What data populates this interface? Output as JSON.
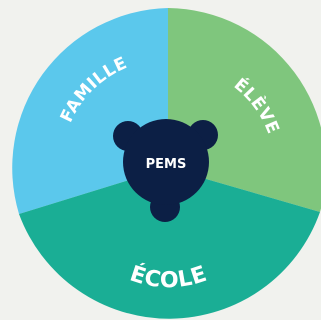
{
  "diagram": {
    "center_label": "PEMS",
    "segments": [
      {
        "id": "famille",
        "label": "FAMILLE",
        "color": "#5bc8ec"
      },
      {
        "id": "eleve",
        "label": "ÉLÈVE",
        "color": "#7fc67d"
      },
      {
        "id": "ecole",
        "label": "ÉCOLE",
        "color": "#1aae95"
      }
    ],
    "center_color": "#0c1f45",
    "background_color": "#f1f2ee"
  }
}
